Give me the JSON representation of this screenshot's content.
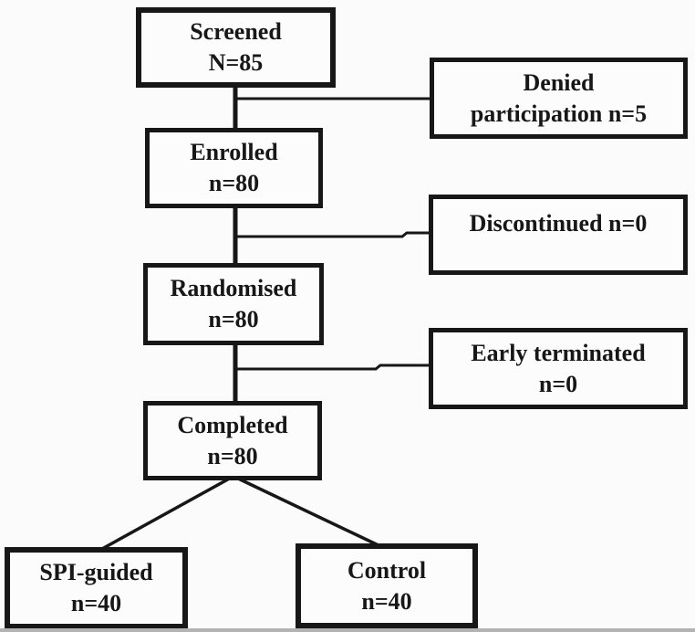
{
  "diagram": {
    "type": "flowchart",
    "colors": {
      "background": "#fbfbfb",
      "box_fill": "#fcfcfc",
      "line": "#171717",
      "text": "#171717"
    },
    "nodes": {
      "screened": {
        "lines": [
          "Screened",
          "N=85"
        ]
      },
      "denied": {
        "lines": [
          "Denied",
          "participation n=5"
        ]
      },
      "enrolled": {
        "lines": [
          "Enrolled",
          "n=80"
        ]
      },
      "discontinued": {
        "lines": [
          "Discontinued n=0"
        ]
      },
      "randomised": {
        "lines": [
          "Randomised",
          "n=80"
        ]
      },
      "early_terminated": {
        "lines": [
          "Early terminated",
          "n=0"
        ]
      },
      "completed": {
        "lines": [
          "Completed",
          "n=80"
        ]
      },
      "spi_guided": {
        "lines": [
          "SPI-guided",
          "n=40"
        ]
      },
      "control": {
        "lines": [
          "Control",
          "n=40"
        ]
      }
    },
    "edges": [
      {
        "from": "screened",
        "to": "enrolled"
      },
      {
        "from": "screened",
        "to": "denied"
      },
      {
        "from": "enrolled",
        "to": "randomised"
      },
      {
        "from": "enrolled",
        "to": "discontinued"
      },
      {
        "from": "randomised",
        "to": "completed"
      },
      {
        "from": "randomised",
        "to": "early_terminated"
      },
      {
        "from": "completed",
        "to": "spi_guided"
      },
      {
        "from": "completed",
        "to": "control"
      }
    ]
  }
}
